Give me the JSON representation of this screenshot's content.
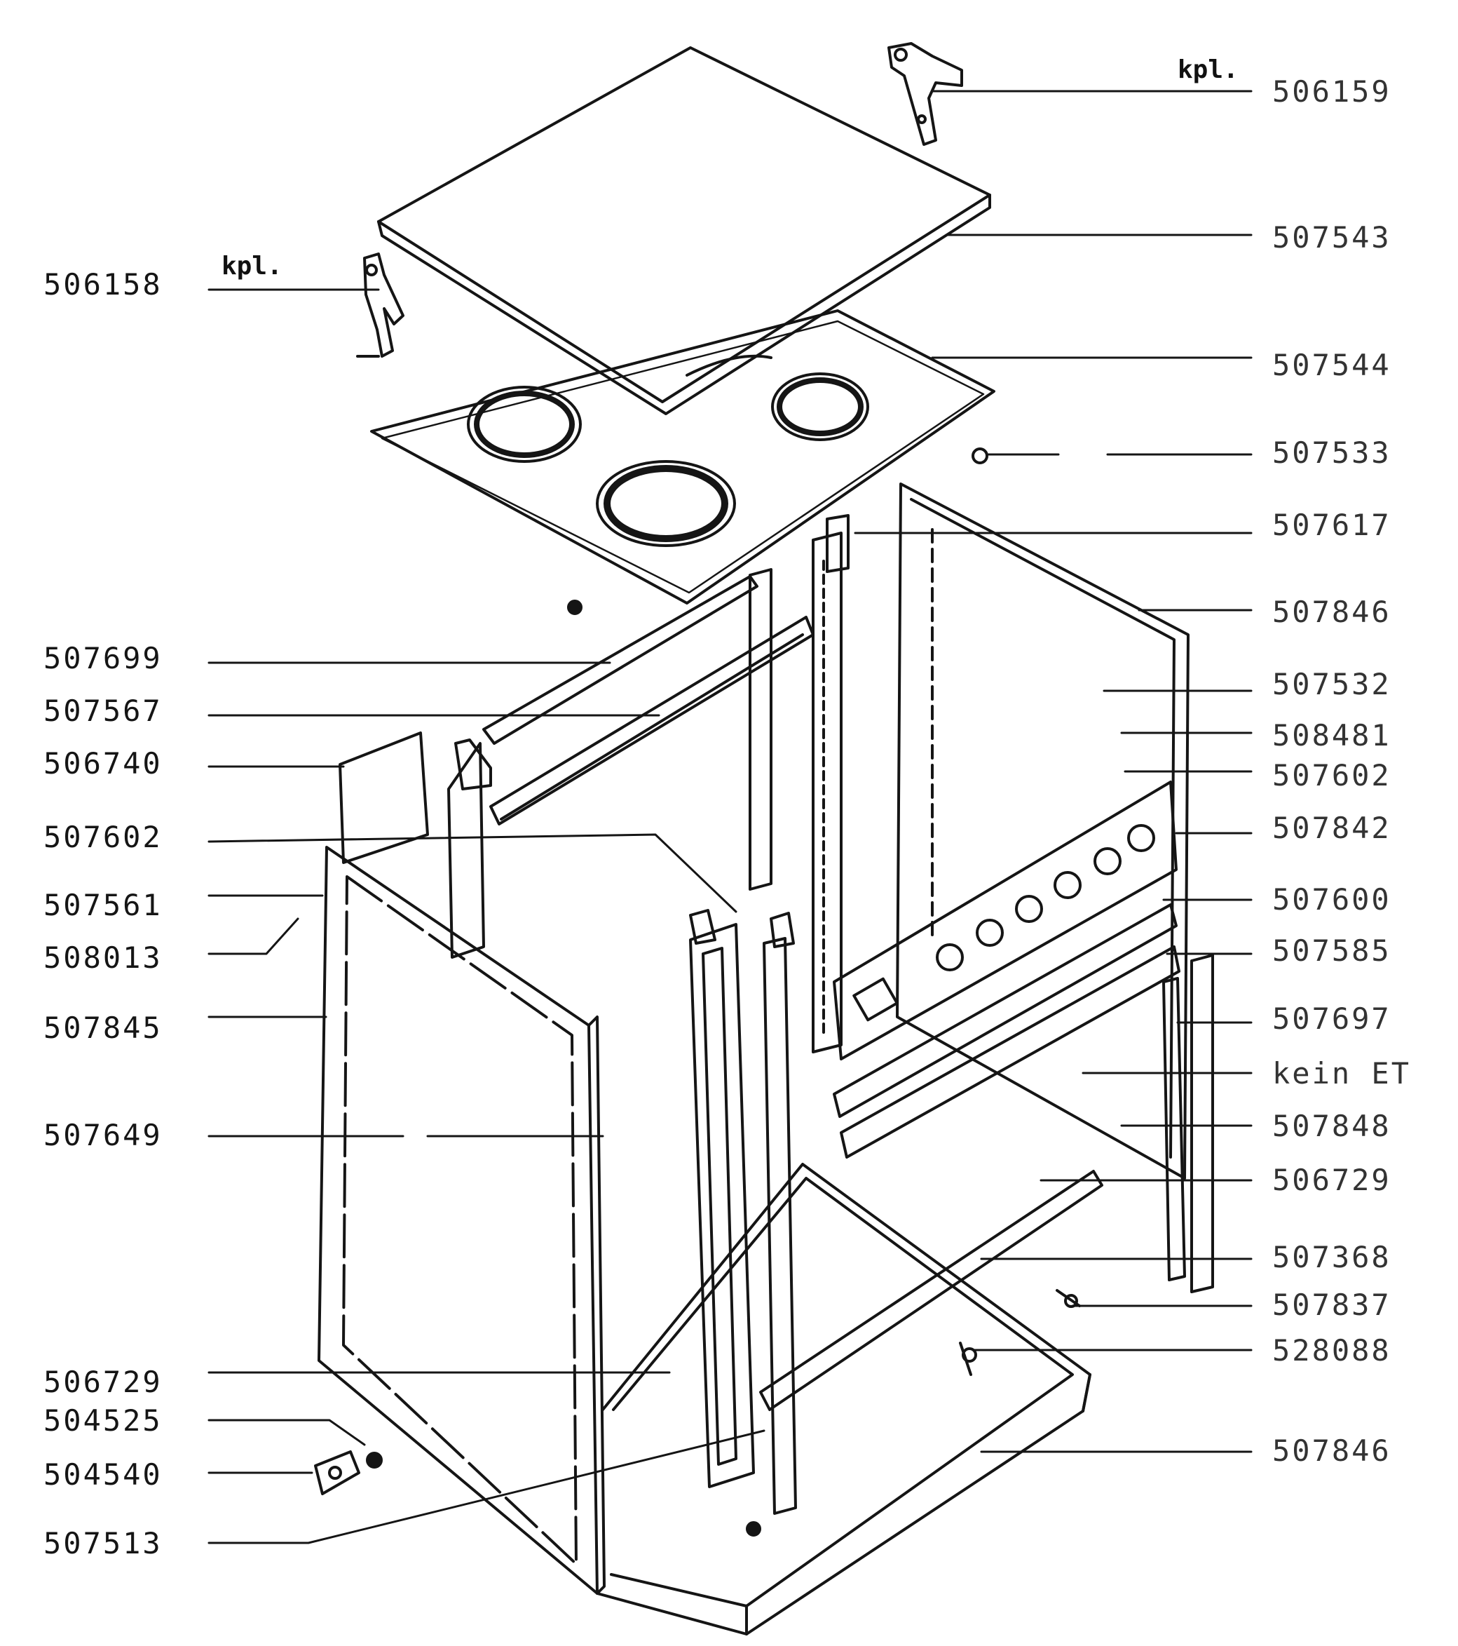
{
  "labels_left": [
    "506158",
    "507699",
    "507567",
    "506740",
    "507602",
    "507561",
    "508013",
    "507845",
    "507649",
    "506729",
    "504525",
    "504540",
    "507513"
  ],
  "labels_right": [
    "506159",
    "507543",
    "507544",
    "507533",
    "507617",
    "507846",
    "507532",
    "508481",
    "507602",
    "507842",
    "507600",
    "507585",
    "507697",
    "kein ET",
    "507848",
    "506729",
    "507368",
    "507837",
    "528088",
    "507846"
  ],
  "annotations": [
    "kpl.",
    "kpl."
  ],
  "colors": {
    "ink": "#151515",
    "paper": "#ffffff"
  }
}
